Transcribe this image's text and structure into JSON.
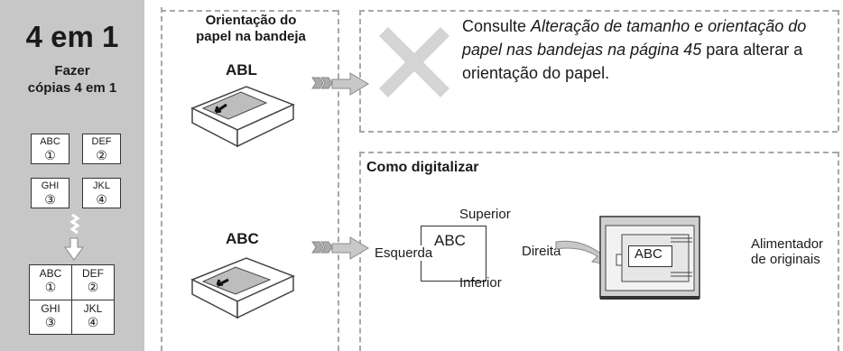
{
  "sidebar": {
    "title": "4 em 1",
    "subtitle_line1": "Fazer",
    "subtitle_line2": "cópias 4 em 1",
    "cards": [
      {
        "text": "ABC",
        "num": "①"
      },
      {
        "text": "DEF",
        "num": "②"
      },
      {
        "text": "GHI",
        "num": "③"
      },
      {
        "text": "JKL",
        "num": "④"
      }
    ],
    "bg_color": "#c7c7c7"
  },
  "orientation": {
    "title_line1": "Orientação do",
    "title_line2": "papel na bandeja",
    "label_abl": "ABL",
    "label_abc": "ABC"
  },
  "note": {
    "prefix": "Consulte ",
    "link_text": "Alteração de tamanho e orientação do papel nas bandejas na página 45",
    "suffix": " para alterar a orientação do papel."
  },
  "scan": {
    "title": "Como digitalizar",
    "sheet_text": "ABC",
    "label_top": "Superior",
    "label_left": "Esquerda",
    "label_right": "Direita",
    "label_bottom": "Inferior",
    "scanner_sheet_text": "ABC",
    "feeder_line1": "Alimentador",
    "feeder_line2": "de originais"
  }
}
